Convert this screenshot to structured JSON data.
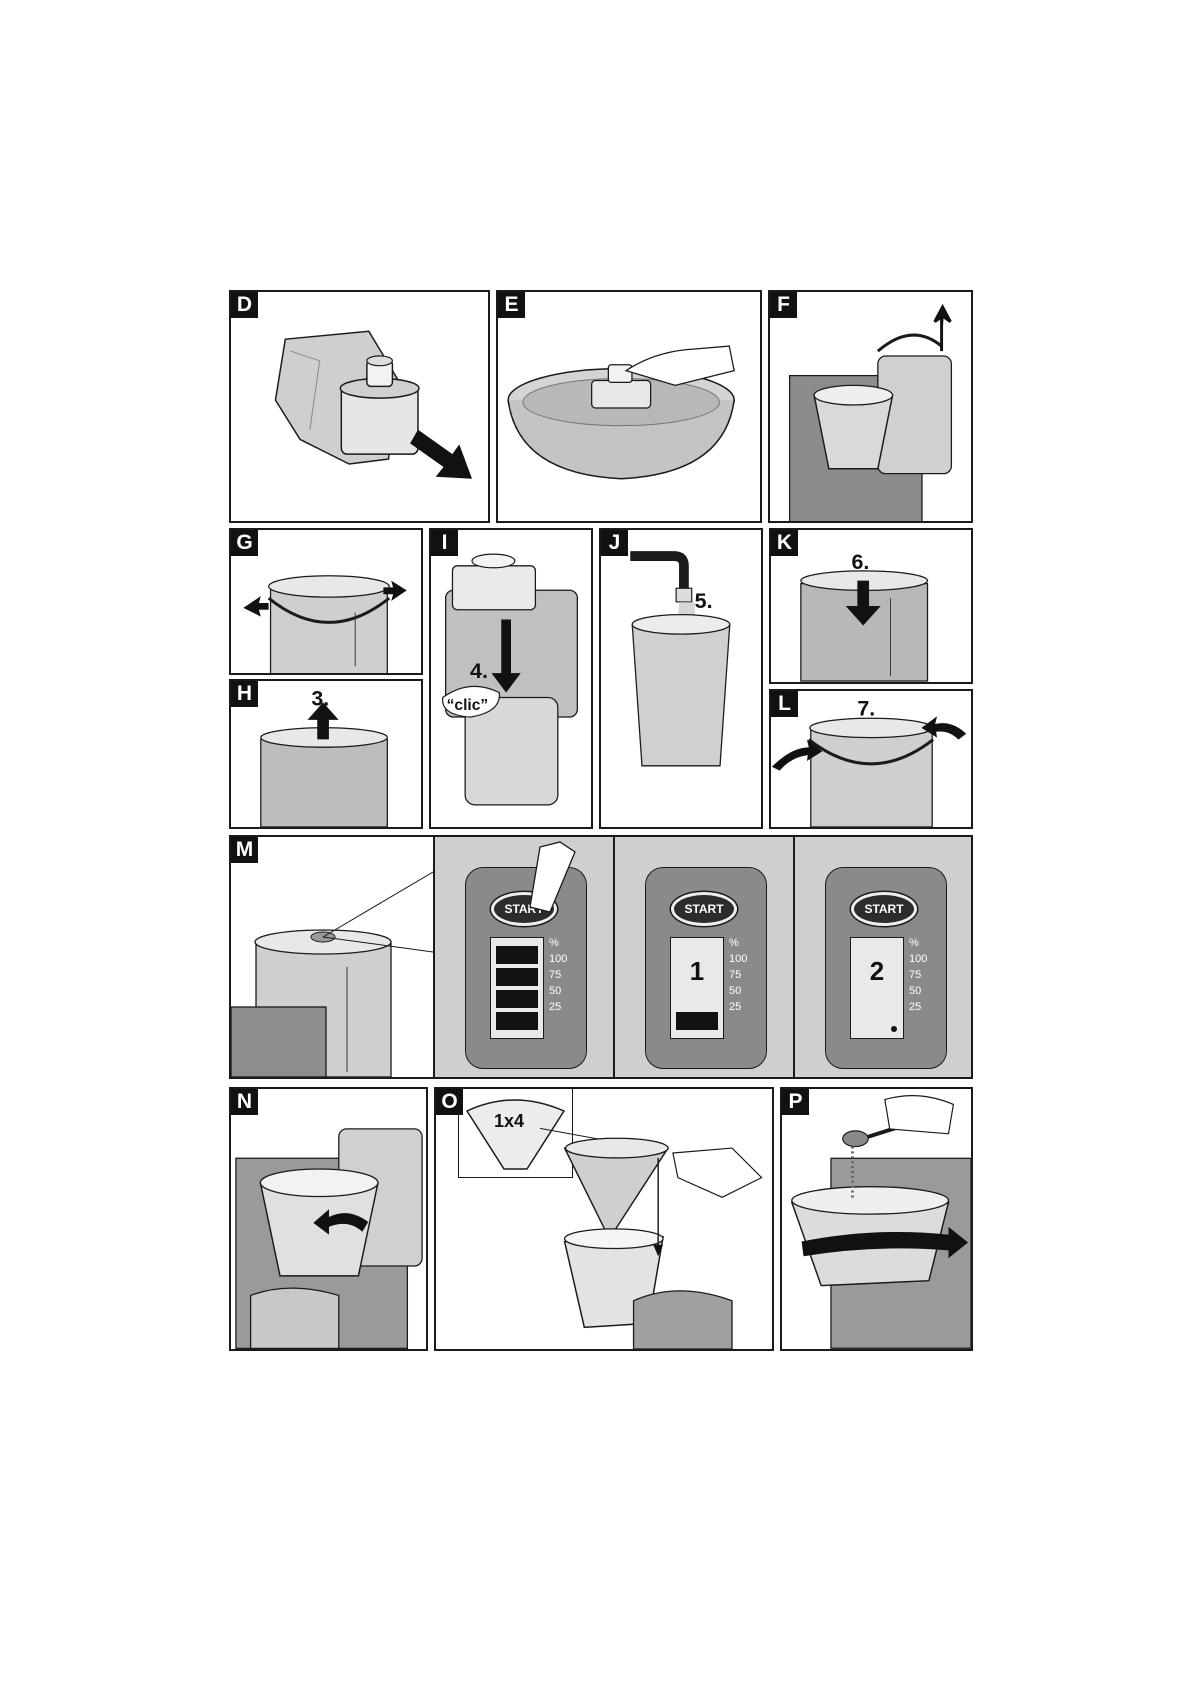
{
  "panels": {
    "D": {
      "letter": "D"
    },
    "E": {
      "letter": "E"
    },
    "F": {
      "letter": "F"
    },
    "G": {
      "letter": "G"
    },
    "H": {
      "letter": "H",
      "step": "3."
    },
    "I": {
      "letter": "I",
      "step": "4.",
      "sound": "“clic”"
    },
    "J": {
      "letter": "J",
      "step": "5."
    },
    "K": {
      "letter": "K",
      "step": "6."
    },
    "L": {
      "letter": "L",
      "step": "7."
    },
    "M": {
      "letter": "M",
      "start_label": "START",
      "percent_symbol": "%",
      "levels": [
        "100",
        "75",
        "50",
        "25"
      ],
      "display_2_number": "1",
      "display_3_number": "2"
    },
    "N": {
      "letter": "N"
    },
    "O": {
      "letter": "O",
      "filter_size": "1x4"
    },
    "P": {
      "letter": "P"
    }
  },
  "colors": {
    "line": "#1a1a1a",
    "light_gray": "#d9d9d9",
    "mid_gray": "#a8a8a8",
    "dark_gray": "#6e6e6e",
    "water": "#c4c4c4"
  }
}
